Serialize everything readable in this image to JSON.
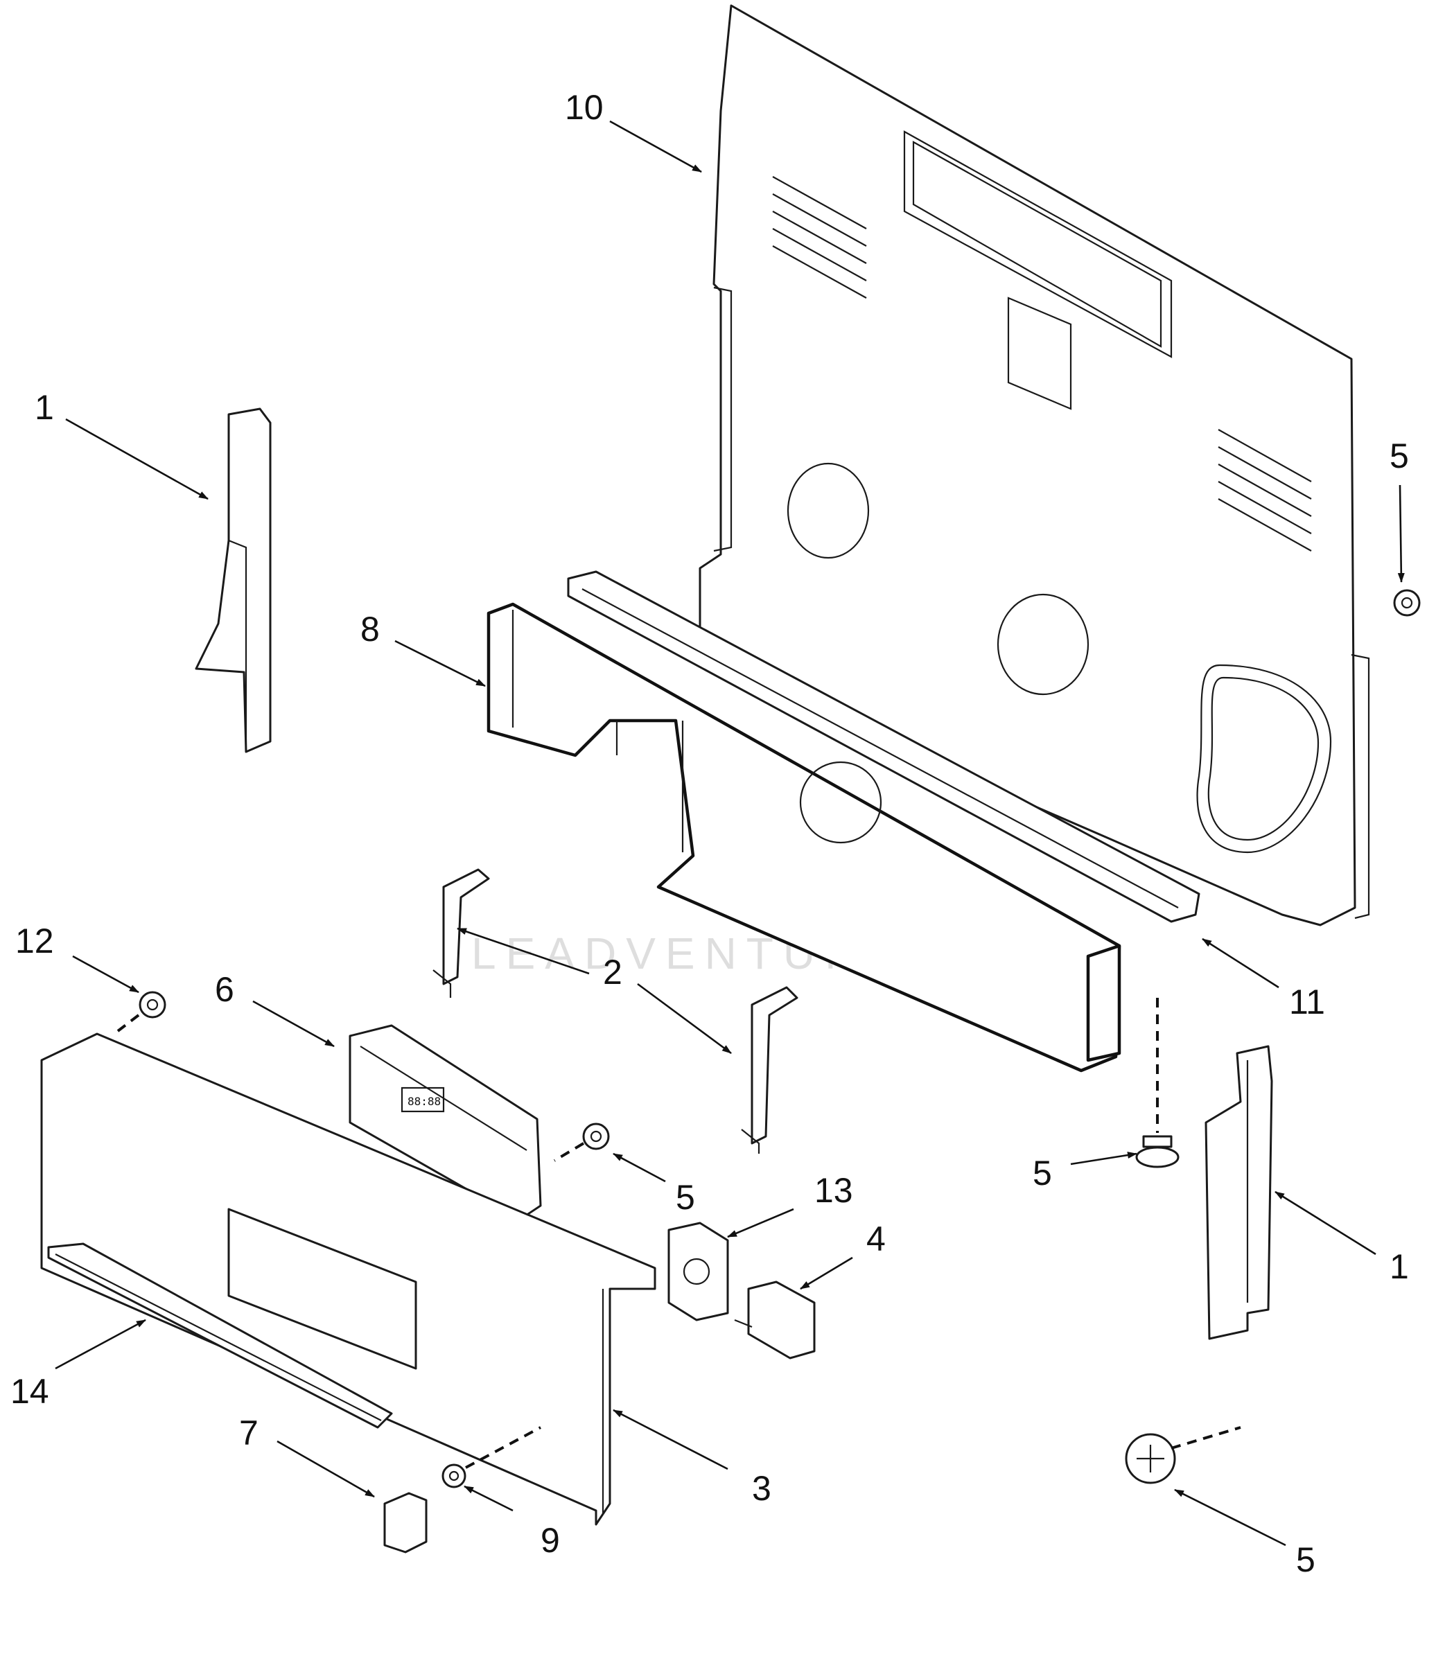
{
  "diagram": {
    "watermark_text": "LEADVENTURE",
    "callouts": [
      {
        "id": "c10",
        "label": "10"
      },
      {
        "id": "c1a",
        "label": "1"
      },
      {
        "id": "c5a",
        "label": "5"
      },
      {
        "id": "c8",
        "label": "8"
      },
      {
        "id": "c12",
        "label": "12"
      },
      {
        "id": "c6",
        "label": "6"
      },
      {
        "id": "c2",
        "label": "2"
      },
      {
        "id": "c11",
        "label": "11"
      },
      {
        "id": "c5b",
        "label": "5"
      },
      {
        "id": "c5c",
        "label": "5"
      },
      {
        "id": "c13",
        "label": "13"
      },
      {
        "id": "c4",
        "label": "4"
      },
      {
        "id": "c1b",
        "label": "1"
      },
      {
        "id": "c14",
        "label": "14"
      },
      {
        "id": "c7",
        "label": "7"
      },
      {
        "id": "c3",
        "label": "3"
      },
      {
        "id": "c9",
        "label": "9"
      },
      {
        "id": "c5d",
        "label": "5"
      }
    ],
    "display_text": "88:88"
  }
}
